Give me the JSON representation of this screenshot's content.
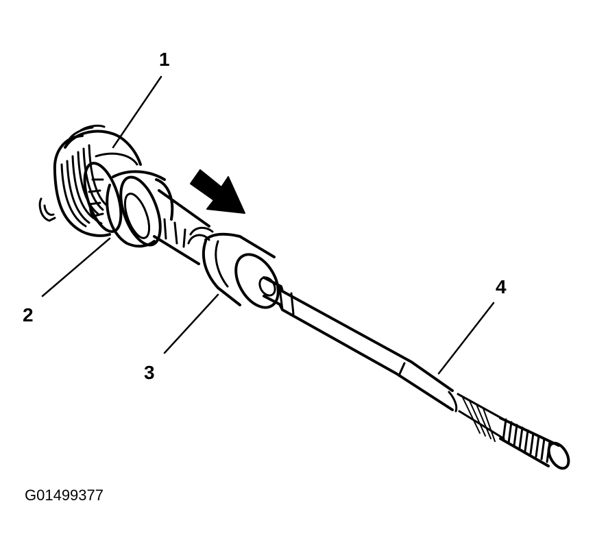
{
  "callouts": [
    {
      "id": "1",
      "label": "1"
    },
    {
      "id": "2",
      "label": "2"
    },
    {
      "id": "3",
      "label": "3"
    },
    {
      "id": "4",
      "label": "4"
    }
  ],
  "figure_code": "G01499377",
  "colors": {
    "ink": "#000000",
    "paper": "#ffffff"
  }
}
